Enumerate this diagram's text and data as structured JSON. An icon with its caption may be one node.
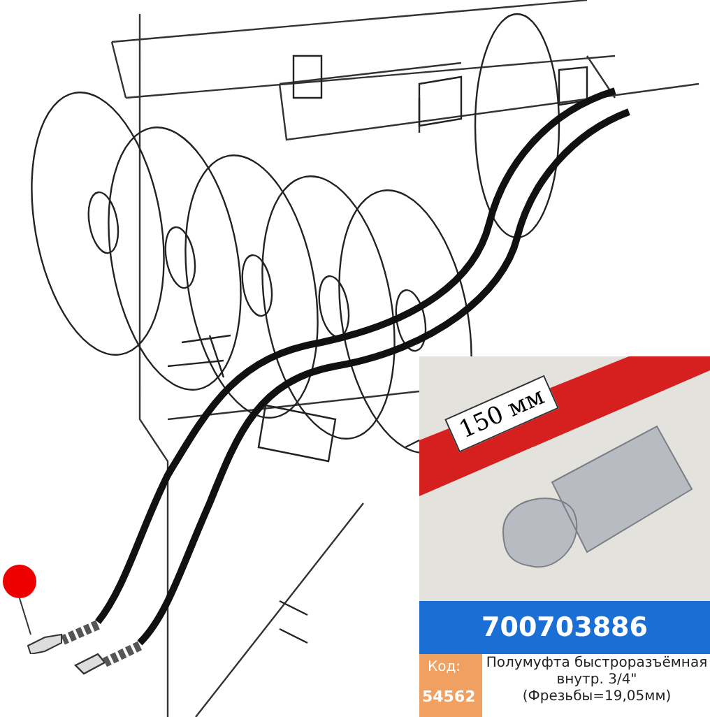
{
  "diagram": {
    "nodes": [
      {
        "text": [],
        "shape": "circle"
      },
      {
        "text": [],
        "shape": "picture"
      }
    ],
    "edges": [
      {
        "from": 0,
        "to": 1,
        "arrow": "none"
      }
    ],
    "labels": [
      "150 мм",
      "700703886",
      "Код:",
      "54562",
      "Полумуфта быстроразъёмная внутр. 3/4\" (Фрезьбы=19,05мм)"
    ]
  }
}
